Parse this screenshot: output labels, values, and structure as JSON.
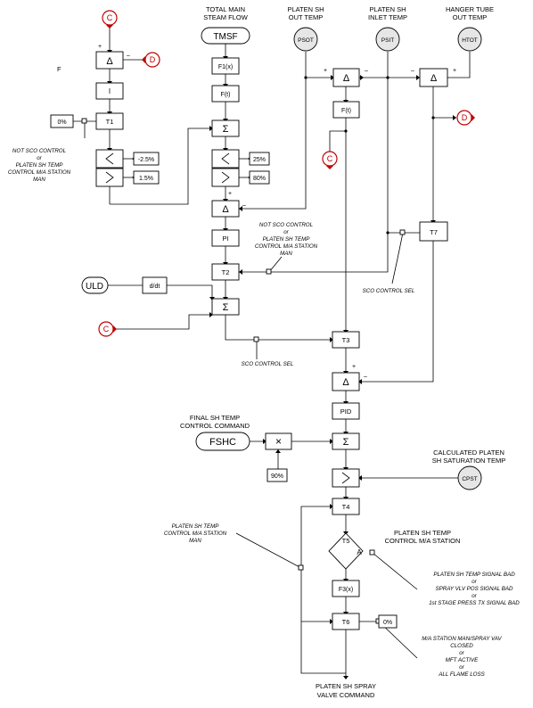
{
  "diagram": {
    "headers": {
      "total_main_steam_flow": [
        "TOTAL MAIN",
        "STEAM FLOW"
      ],
      "platen_sh_out_temp": [
        "PLATEN SH",
        "OUT TEMP"
      ],
      "platen_sh_inlet_temp": [
        "PLATEN SH",
        "INLET TEMP"
      ],
      "hanger_tube_out_temp": [
        "HANGER TUBE",
        "OUT TEMP"
      ]
    },
    "inputs": {
      "tmsf": "TMSF",
      "psot": "PSOT",
      "psit": "PSIT",
      "htot": "HTOT",
      "uld": "ULD",
      "fshc": "FSHC",
      "cpst": "CPST"
    },
    "connectors": {
      "c": "C",
      "d": "D"
    },
    "stray_label": "F",
    "blocks": {
      "delta": "Δ",
      "integ": "I",
      "t1": "T1",
      "t2": "T2",
      "t3": "T3",
      "t4": "T4",
      "t5": "T5",
      "t6": "T6",
      "t7": "T7",
      "f1x": "F1(x)",
      "ft": "F(t)",
      "f3x": "F3(x)",
      "sum": "Σ",
      "pi": "PI",
      "pid": "PID",
      "ddt": "d/dt",
      "mult": "×",
      "a": "A"
    },
    "constants": {
      "c0a": "0%",
      "cm25": "-2.5%",
      "c15": "1.5%",
      "c25": "25%",
      "c80": "80%",
      "c90": "90%",
      "c0b": "0%"
    },
    "signs": {
      "plus": "+",
      "minus": "–"
    },
    "notes": {
      "not_sco_1": [
        "NOT SCO CONTROL",
        "or",
        "PLATEN SH TEMP",
        "CONTROL M/A STATION",
        "MAN"
      ],
      "not_sco_2": [
        "NOT SCO CONTROL",
        "or",
        "PLATEN SH TEMP",
        "CONTROL M/A STATION",
        "MAN"
      ],
      "sco_sel_1": "SCO CONTROL SEL",
      "sco_sel_2": "SCO CONTROL SEL",
      "final_sh": [
        "FINAL SH TEMP",
        "CONTROL COMMAND"
      ],
      "calc_sat": [
        "CALCULATED PLATEN",
        "SH SATURATION TEMP"
      ],
      "ma_station": [
        "PLATEN SH TEMP",
        "CONTROL M/A STATION"
      ],
      "platen_man": [
        "PLATEN SH TEMP",
        "CONTROL M/A STATION",
        "MAN"
      ],
      "bad_signals": [
        "PLATEN SH TEMP SIGNAL BAD",
        "or",
        "SPRAY VLV POS SIGNAL BAD",
        "or",
        "1st STAGE PRESS TX SIGNAL BAD"
      ],
      "man_conditions": [
        "M/A STATION MAN/SPRAY VAV",
        "CLOSED",
        "or",
        "MFT ACTIVE",
        "or",
        "ALL FLAME LOSS"
      ],
      "output": [
        "PLATEN SH SPRAY",
        "VALVE COMMAND"
      ]
    }
  }
}
